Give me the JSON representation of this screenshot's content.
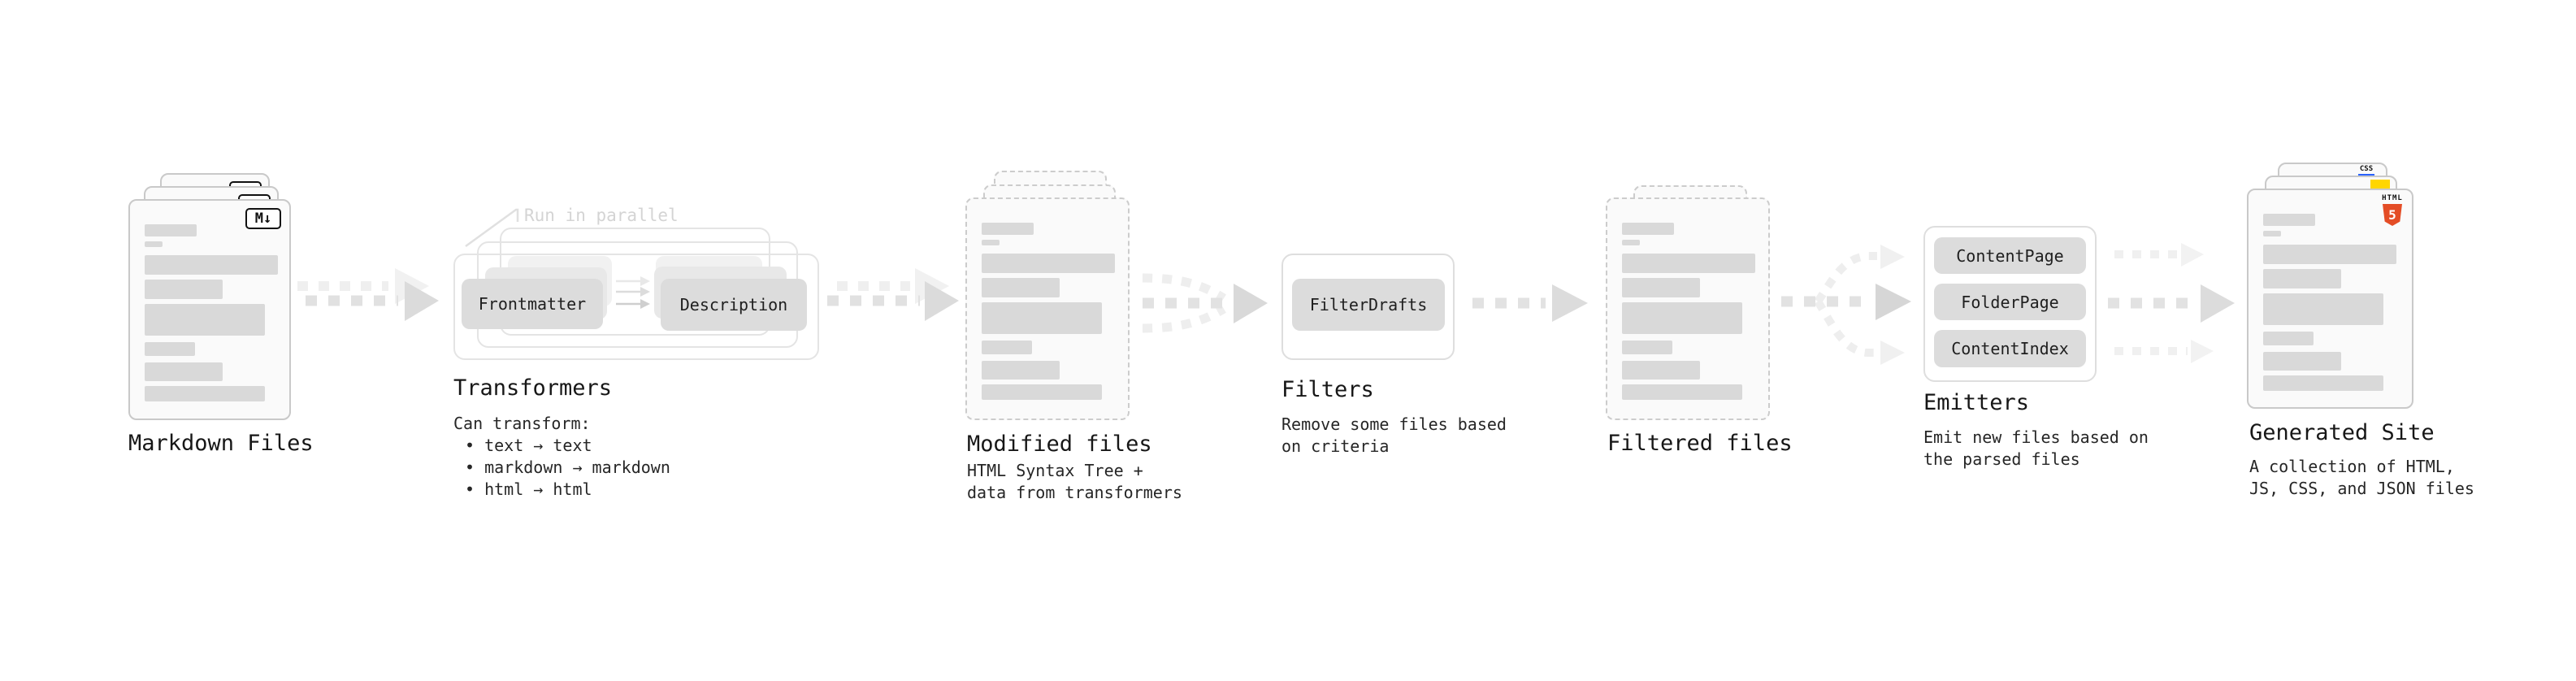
{
  "markdown": {
    "title": "Markdown Files",
    "badge": "M↓"
  },
  "transformers": {
    "title": "Transformers",
    "parallel": "Run in parallel",
    "pill_from": "Frontmatter",
    "pill_to": "Description",
    "lead": "Can transform:",
    "items": [
      "• text → text",
      "• markdown → markdown",
      "• html → html"
    ]
  },
  "modified": {
    "title": "Modified files",
    "desc1": "HTML Syntax Tree +",
    "desc2": "data from transformers"
  },
  "filters": {
    "title": "Filters",
    "pill": "FilterDrafts",
    "desc1": "Remove some files based",
    "desc2": "on criteria"
  },
  "filtered": {
    "title": "Filtered files"
  },
  "emitters": {
    "title": "Emitters",
    "pills": [
      "ContentPage",
      "FolderPage",
      "ContentIndex"
    ],
    "desc1": "Emit new files based on",
    "desc2": "the parsed files"
  },
  "generated": {
    "title": "Generated Site",
    "desc1": "A collection of HTML,",
    "desc2": "JS, CSS, and JSON files",
    "badge_css": "CSS",
    "badge_html_label": "HTML",
    "badge_html_digit": "5"
  },
  "colors": {
    "html5_orange": "#e44d26",
    "js_yellow": "#ffd600",
    "css_blue": "#2962ff",
    "card_fill": "#fafafa",
    "card_border": "#c9c9c9",
    "placeholder_bar": "#d9d9d9",
    "pill_fill": "#dcdcdc",
    "arrow_gray": "#dcdcdc"
  }
}
